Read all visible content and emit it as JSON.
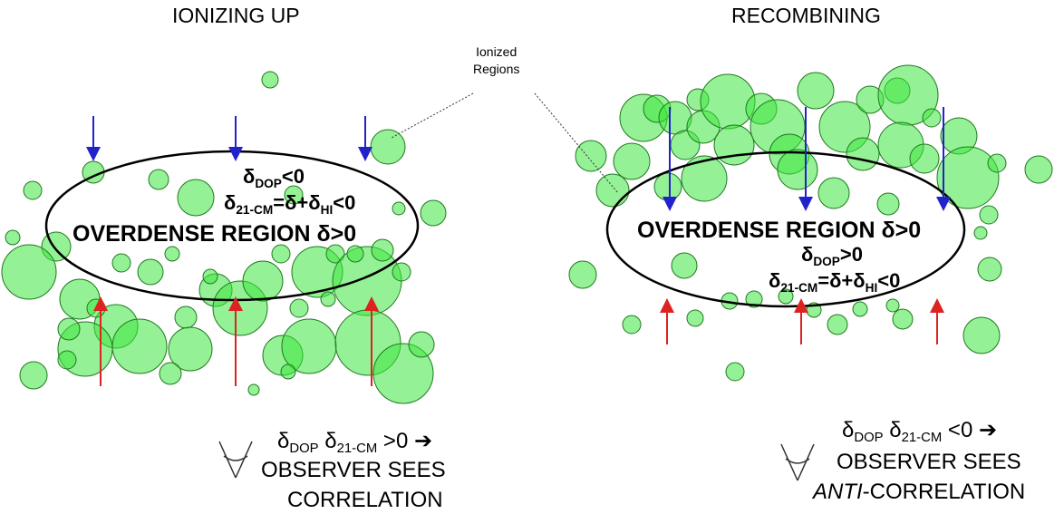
{
  "left_panel": {
    "title": "IONIZING UP",
    "eq1": "δDOP<0",
    "eq2": "δ21-CM=δ+δHI<0",
    "region": "OVERDENSE REGION δ>0",
    "obs_eq": "δDOP δ21-CM >0 ➔",
    "obs_line1": "OBSERVER SEES",
    "obs_line2": "CORRELATION"
  },
  "right_panel": {
    "title": "RECOMBINING",
    "region": "OVERDENSE REGION δ>0",
    "eq1": "δDOP>0",
    "eq2": "δ21-CM=δ+δHI<0",
    "obs_eq": "δDOP δ21-CM <0 ➔",
    "obs_line1": "OBSERVER SEES",
    "obs_line2_prefix": "ANTI",
    "obs_line2_rest": "-CORRELATION"
  },
  "callout": {
    "line1": "Ionized",
    "line2": "Regions"
  },
  "colors": {
    "bubble_fill": "#3ee53e",
    "bubble_stroke": "#1f7a1f",
    "down_arrow": "#2222cc",
    "up_arrow": "#dd2222",
    "ellipse": "#000000"
  }
}
